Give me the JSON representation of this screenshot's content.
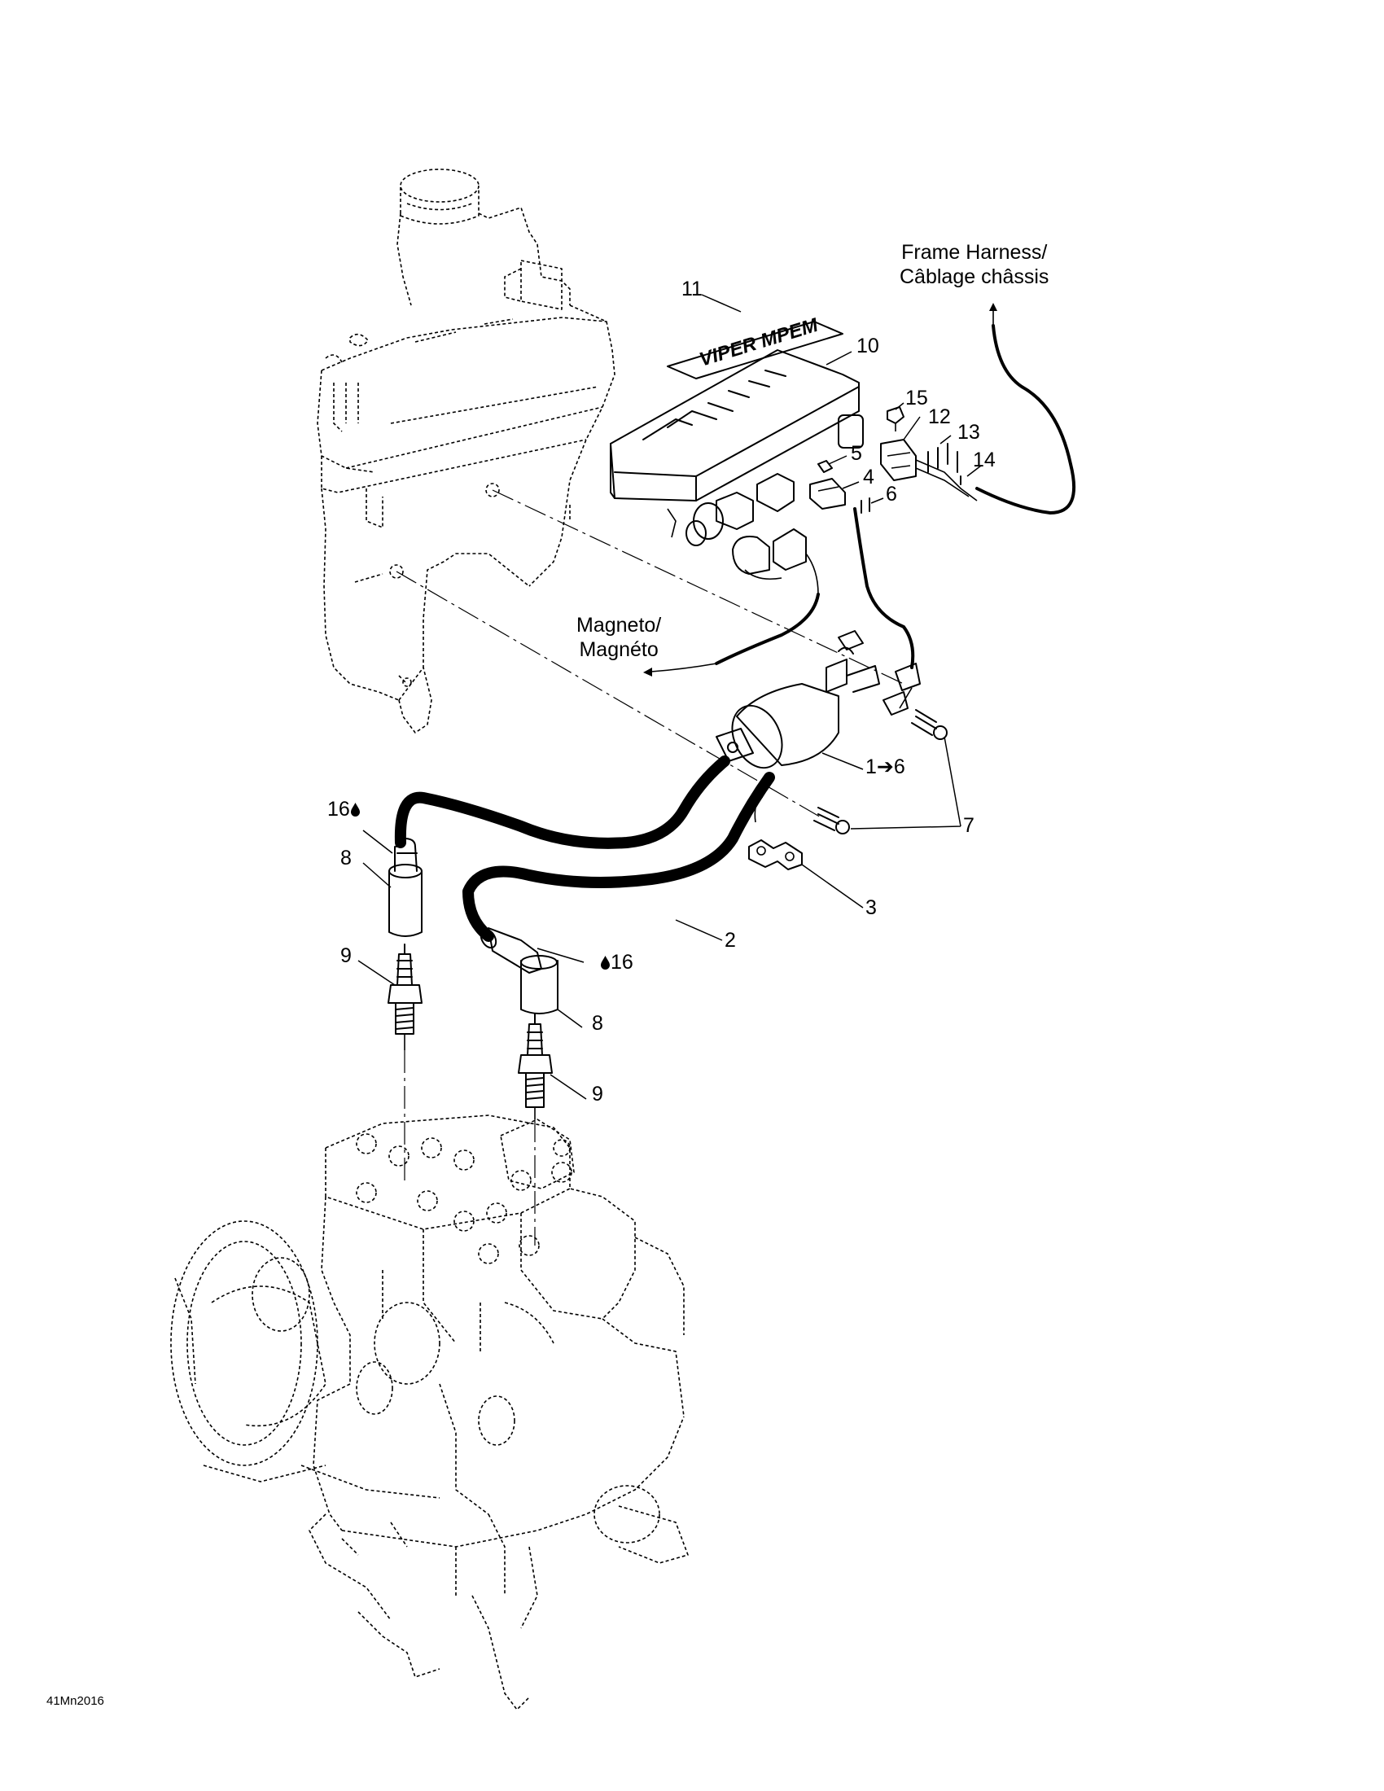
{
  "callouts": {
    "c11": "11",
    "c10": "10",
    "c15": "15",
    "c12": "12",
    "c13": "13",
    "c14": "14",
    "c5": "5",
    "c4": "4",
    "c6": "6",
    "c1to6": "1➔6",
    "c7": "7",
    "c16a": "16",
    "c8a": "8",
    "c9a": "9",
    "c3": "3",
    "c2": "2",
    "c16b": "16",
    "c8b": "8",
    "c9b": "9"
  },
  "notes": {
    "frame_harness": "Frame Harness/\nCâblage châssis",
    "magneto": "Magneto/\nMagnéto"
  },
  "decal_text": "VIPER MPEM",
  "figure_code": "41Mn2016",
  "icons": {
    "drop": "oil-drop-icon",
    "arrow": "arrow-right-icon"
  }
}
